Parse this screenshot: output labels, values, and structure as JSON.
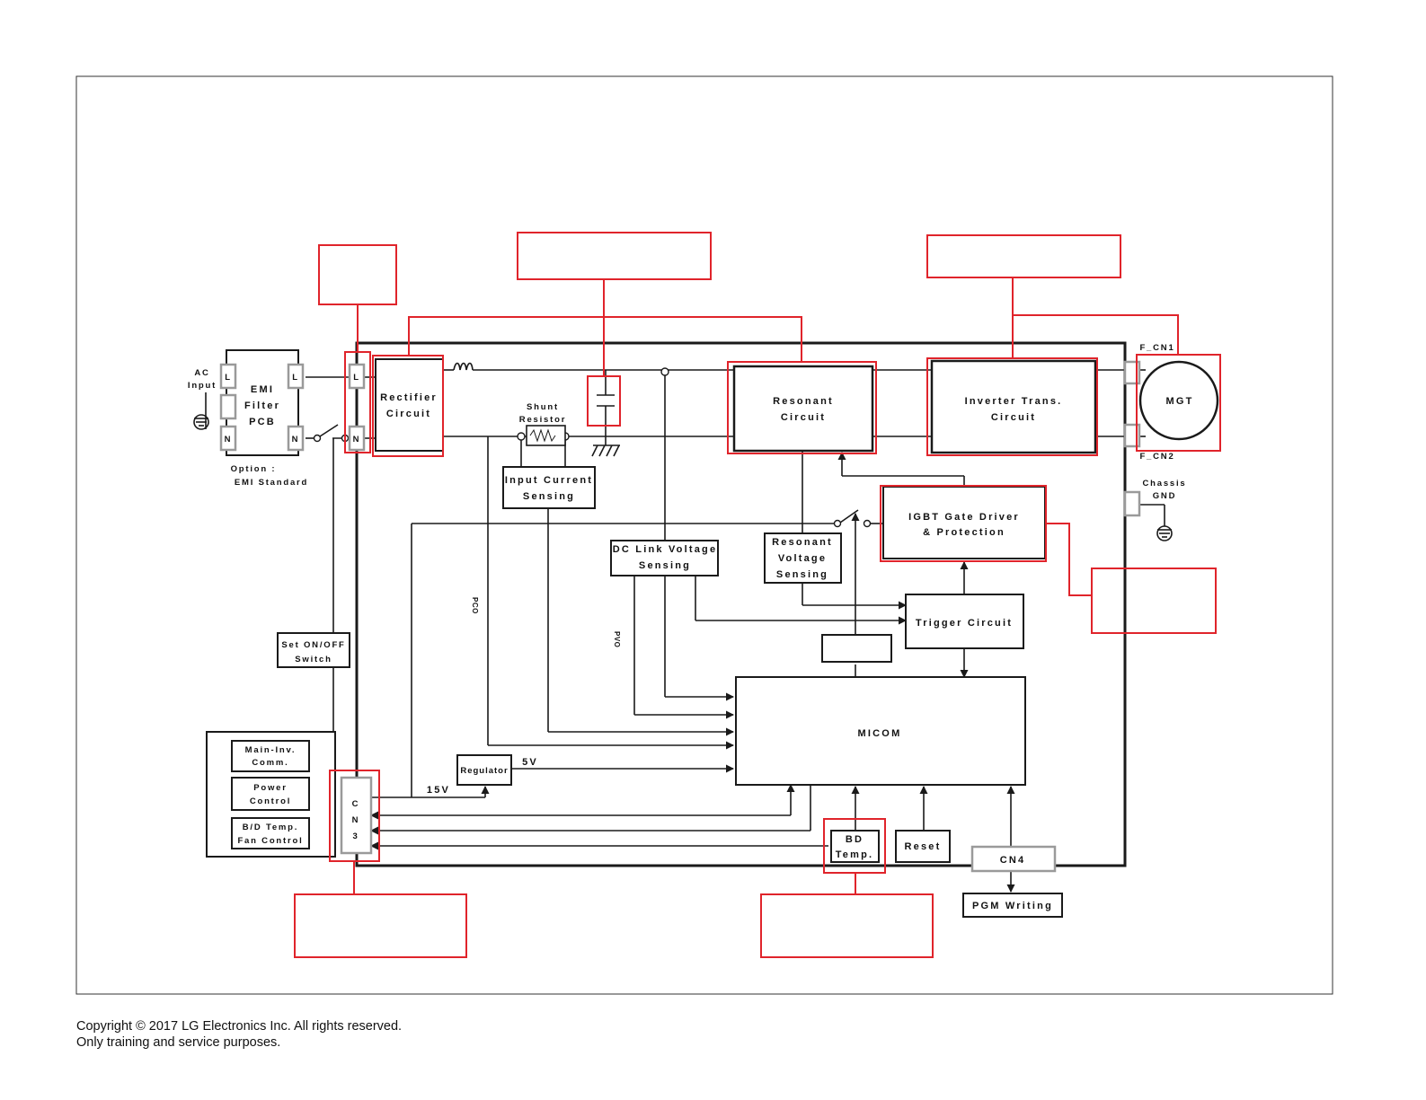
{
  "diagram": {
    "ac_input": [
      "AC",
      "Input"
    ],
    "emi_filter": [
      "EMI",
      "Filter",
      "PCB"
    ],
    "option": [
      "Option :",
      "EMI Standard"
    ],
    "pin_l": "L",
    "pin_n": "N",
    "rectifier": [
      "Rectifier",
      "Circuit"
    ],
    "shunt_resistor": [
      "Shunt",
      "Resistor"
    ],
    "input_current_sensing": [
      "Input Current",
      "Sensing"
    ],
    "resonant_circuit": [
      "Resonant",
      "Circuit"
    ],
    "inverter_trans": [
      "Inverter Trans.",
      "Circuit"
    ],
    "mgt": "MGT",
    "f_cn1": "F_CN1",
    "f_cn2": "F_CN2",
    "chassis_gnd": [
      "Chassis",
      "GND"
    ],
    "igbt_gate_driver": [
      "IGBT Gate Driver",
      "& Protection"
    ],
    "dc_link_voltage_sensing": [
      "DC Link Voltage",
      "Sensing"
    ],
    "resonant_voltage_sensing": [
      "Resonant",
      "Voltage",
      "Sensing"
    ],
    "trigger_circuit": "Trigger Circuit",
    "micom": "MICOM",
    "pco": "PCO",
    "pvo": "PVO",
    "set_onoff_switch": [
      "Set ON/OFF",
      "Switch"
    ],
    "main_inv_comm": [
      "Main-Inv.",
      "Comm."
    ],
    "power_control": [
      "Power",
      "Control"
    ],
    "bd_temp_fan_control": [
      "B/D Temp.",
      "Fan Control"
    ],
    "cn3": [
      "C",
      "N",
      "3"
    ],
    "regulator": "Regulator",
    "v15": "15V",
    "v5": "5V",
    "bd_temp": [
      "BD",
      "Temp."
    ],
    "reset": "Reset",
    "cn4": "CN4",
    "pgm_writing": "PGM Writing",
    "colors": {
      "highlight": "#e0242b",
      "line": "#1a1a1a",
      "connector": "#9a9a9a"
    }
  },
  "footer": {
    "copyright": "Copyright © 2017 LG Electronics Inc. All rights reserved.",
    "usage": "Only training and service purposes."
  }
}
